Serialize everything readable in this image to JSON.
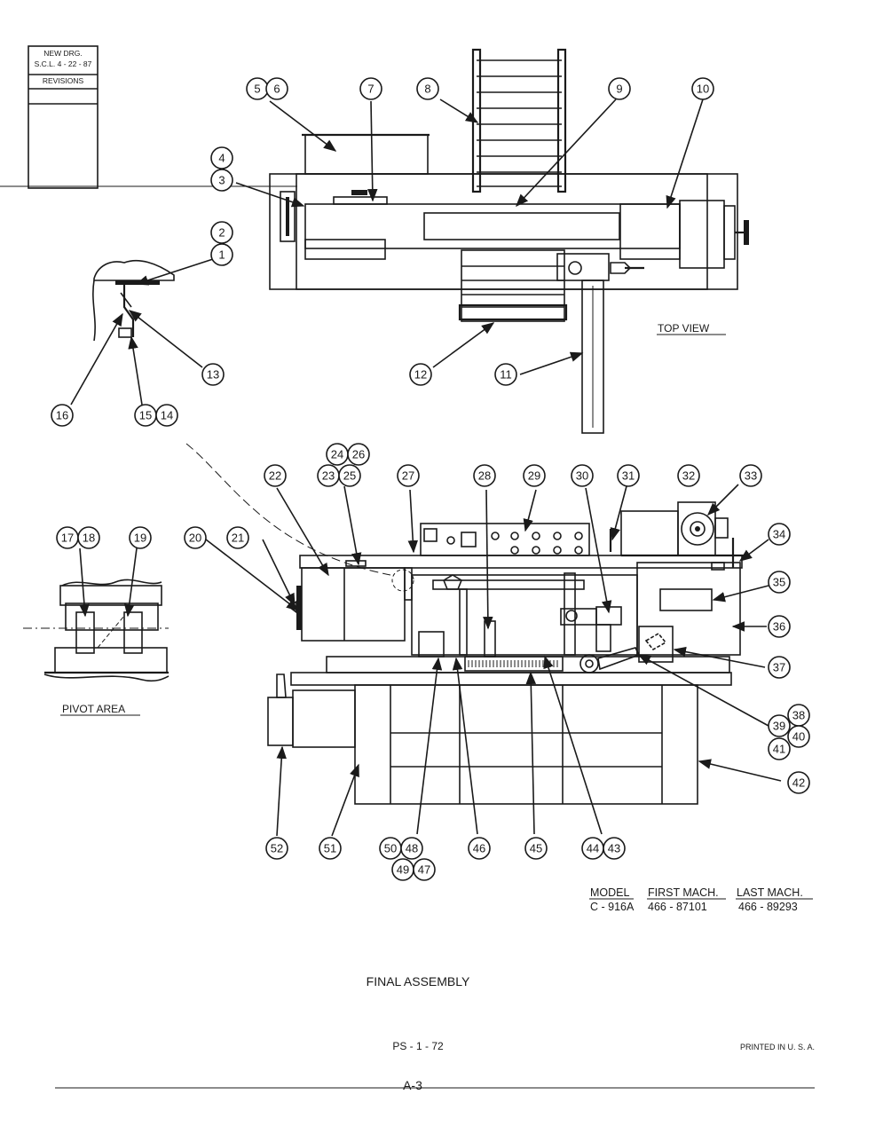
{
  "title_block": {
    "line1": "NEW DRG.",
    "line2": "S.C.L. 4 - 22 - 87",
    "revisions": "REVISIONS"
  },
  "views": {
    "top_view": "TOP VIEW",
    "pivot_area": "PIVOT AREA"
  },
  "callouts": [
    "5",
    "6",
    "7",
    "8",
    "9",
    "10",
    "4",
    "3",
    "2",
    "1",
    "13",
    "16",
    "15",
    "14",
    "12",
    "11",
    "24",
    "26",
    "23",
    "25",
    "22",
    "27",
    "28",
    "29",
    "30",
    "31",
    "32",
    "33",
    "34",
    "17",
    "18",
    "19",
    "20",
    "21",
    "35",
    "36",
    "37",
    "38",
    "39",
    "40",
    "41",
    "42",
    "52",
    "51",
    "50",
    "48",
    "49",
    "47",
    "46",
    "45",
    "44",
    "43"
  ],
  "model_table": {
    "headers": [
      "MODEL",
      "FIRST MACH.",
      "LAST MACH."
    ],
    "row": [
      "C - 916A",
      "466 - 87101",
      "466 - 89293"
    ]
  },
  "drawing_title": "FINAL ASSEMBLY",
  "part_number": "PS - 1 - 72",
  "printed": "PRINTED  IN  U. S. A.",
  "page_number": "A-3"
}
